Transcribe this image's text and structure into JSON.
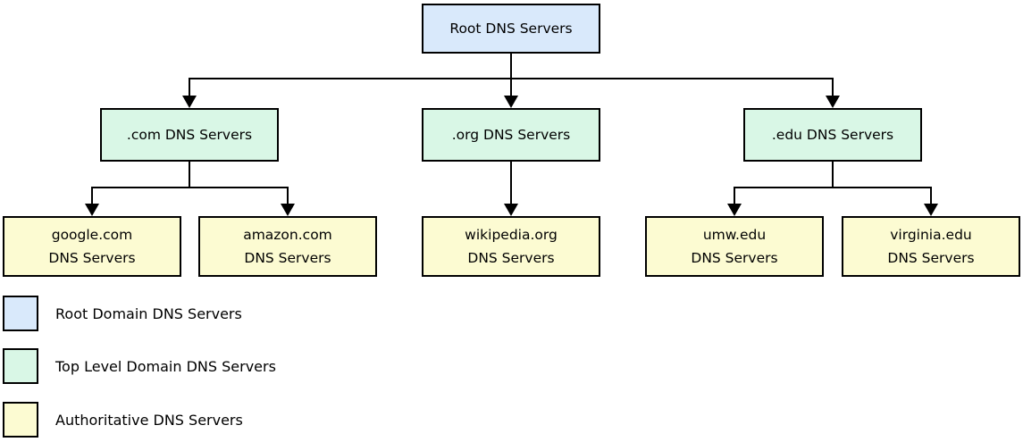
{
  "colors": {
    "root_fill": "#d9e9fb",
    "tld_fill": "#d9f7e6",
    "auth_fill": "#fcfbd2",
    "line": "#000000",
    "background": "#ffffff"
  },
  "nodes": {
    "root": {
      "label": "Root DNS Servers"
    },
    "com": {
      "label": ".com DNS Servers"
    },
    "org": {
      "label": ".org DNS Servers"
    },
    "edu": {
      "label": ".edu DNS Servers"
    },
    "google": {
      "line1": "google.com",
      "line2": "DNS Servers"
    },
    "amazon": {
      "line1": "amazon.com",
      "line2": "DNS Servers"
    },
    "wikipedia": {
      "line1": "wikipedia.org",
      "line2": "DNS Servers"
    },
    "umw": {
      "line1": "umw.edu",
      "line2": "DNS Servers"
    },
    "virginia": {
      "line1": "virginia.edu",
      "line2": "DNS Servers"
    }
  },
  "legend": [
    {
      "swatch_color": "#d9e9fb",
      "label": "Root Domain DNS Servers"
    },
    {
      "swatch_color": "#d9f7e6",
      "label": "Top Level Domain DNS Servers"
    },
    {
      "swatch_color": "#fcfbd2",
      "label": "Authoritative DNS Servers"
    }
  ]
}
